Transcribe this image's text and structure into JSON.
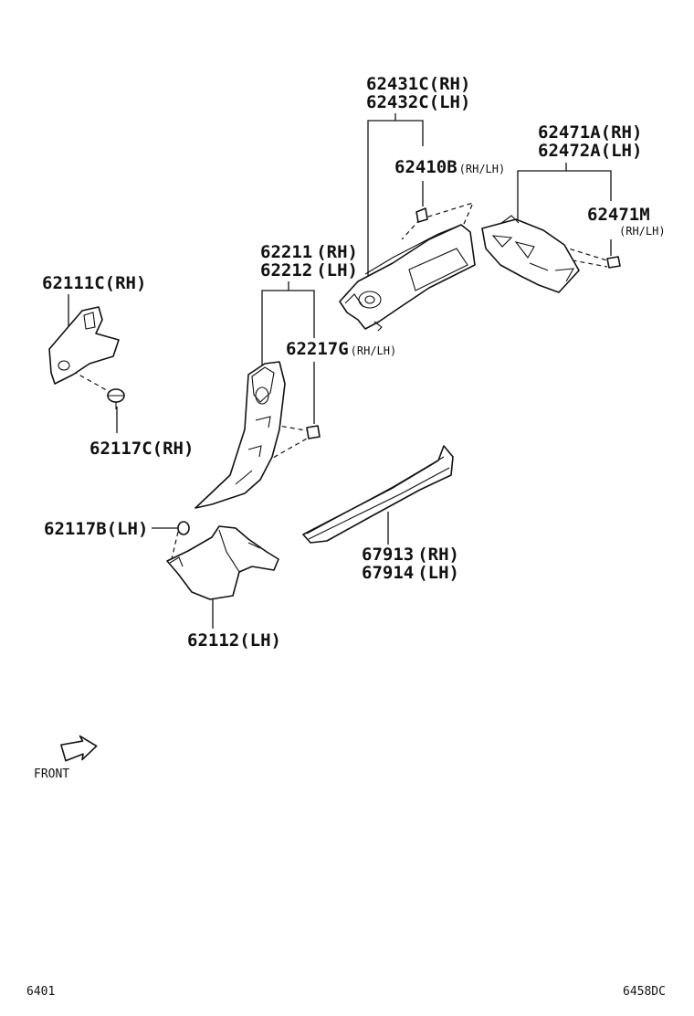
{
  "parts": [
    {
      "id": "p1",
      "lines": [
        {
          "num": "62431C",
          "side": "(RH)"
        },
        {
          "num": "62432C",
          "side": "(LH)"
        }
      ]
    },
    {
      "id": "p2",
      "lines": [
        {
          "num": "62410B",
          "side": "(RH/LH)"
        }
      ]
    },
    {
      "id": "p3",
      "lines": [
        {
          "num": "62471A",
          "side": "(RH)"
        },
        {
          "num": "62472A",
          "side": "(LH)"
        }
      ]
    },
    {
      "id": "p4",
      "lines": [
        {
          "num": "62471M",
          "side": "(RH/LH)"
        }
      ]
    },
    {
      "id": "p5",
      "lines": [
        {
          "num": "62211",
          "side": "(RH)"
        },
        {
          "num": "62212",
          "side": "(LH)"
        }
      ]
    },
    {
      "id": "p6",
      "lines": [
        {
          "num": "62111C",
          "side": "(RH)"
        }
      ]
    },
    {
      "id": "p7",
      "lines": [
        {
          "num": "62217G",
          "side": "(RH/LH)"
        }
      ]
    },
    {
      "id": "p8",
      "lines": [
        {
          "num": "62117C",
          "side": "(RH)"
        }
      ]
    },
    {
      "id": "p9",
      "lines": [
        {
          "num": "62117B",
          "side": "(LH)"
        }
      ]
    },
    {
      "id": "p10",
      "lines": [
        {
          "num": "67913",
          "side": "(RH)"
        },
        {
          "num": "67914",
          "side": "(LH)"
        }
      ]
    },
    {
      "id": "p11",
      "lines": [
        {
          "num": "62112",
          "side": "(LH)"
        }
      ]
    }
  ],
  "front_label": "FRONT",
  "page_code": "6401",
  "diagram_code": "6458DC"
}
